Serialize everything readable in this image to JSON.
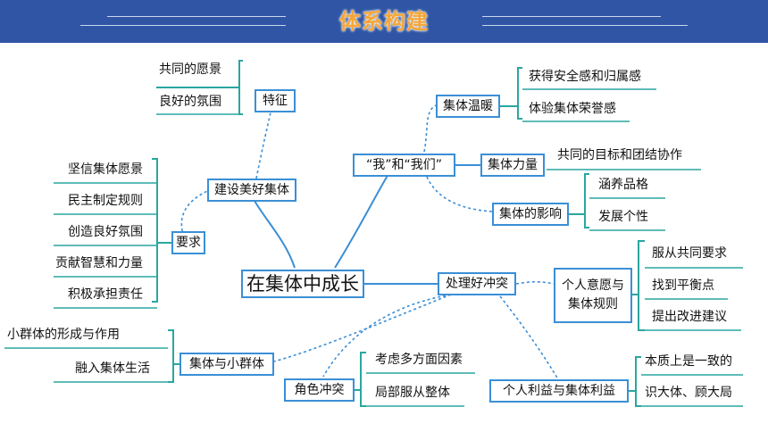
{
  "header": {
    "title": "体系构建"
  },
  "center": "在集体中成长",
  "nodes": {
    "jianshe": "建设美好集体",
    "tezheng": "特征",
    "yaoqiu": "要求",
    "womenhe": "“我”和“我们”",
    "wennuan": "集体温暖",
    "liliang": "集体力量",
    "yingxiang": "集体的影响",
    "chuli": "处理好冲突",
    "geren_yiyuan": [
      "个人意愿与",
      "集体规则"
    ],
    "xiaoqunti": "集体与小群体",
    "juese": "角色冲突",
    "liyi": "个人利益与集体利益"
  },
  "leaves": {
    "tezheng": [
      "共同的愿景",
      "良好的氛围"
    ],
    "yaoqiu": [
      "坚信集体愿景",
      "民主制定规则",
      "创造良好氛围",
      "贡献智慧和力量",
      "积极承担责任"
    ],
    "wennuan": [
      "获得安全感和归属感",
      "体验集体荣誉感"
    ],
    "liliang": [
      "共同的目标和团结协作"
    ],
    "yingxiang": [
      "涵养品格",
      "发展个性"
    ],
    "geren_yiyuan": [
      "服从共同要求",
      "找到平衡点",
      "提出改进建议"
    ],
    "xiaoqunti": [
      "小群体的形成与作用",
      "融入集体生活"
    ],
    "juese": [
      "考虑多方面因素",
      "局部服从整体"
    ],
    "liyi": [
      "本质上是一致的",
      "识大体、顾大局"
    ]
  },
  "colors": {
    "header": "#2f55a4",
    "title": "#f5a637",
    "line": "#3a8fd6",
    "bracket": "#2aa6a0"
  }
}
